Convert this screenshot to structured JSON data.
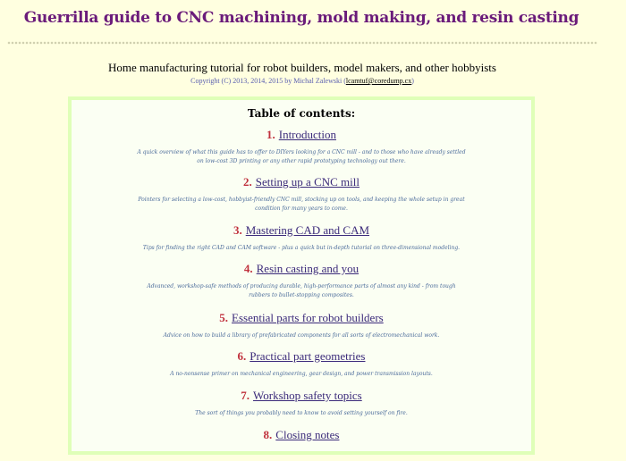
{
  "header": {
    "title": "Guerrilla guide to CNC machining, mold making, and resin casting",
    "subtitle": "Home manufacturing tutorial for robot builders, model makers, and other hobbyists",
    "copyright_prefix": "Copyright (C) 2013, 2014, 2015 by Michal Zalewski (",
    "copyright_email": "lcamtuf@coredump.cx",
    "copyright_suffix": ")"
  },
  "toc": {
    "heading": "Table of contents:",
    "entries": [
      {
        "number": "1.",
        "label": "Introduction",
        "description": "A quick overview of what this guide has to offer to DIYers looking for a CNC mill - and to those who have already settled on low-cost 3D printing or any other rapid prototyping technology out there."
      },
      {
        "number": "2.",
        "label": "Setting up a CNC mill",
        "description": "Pointers for selecting a low-cost, hobbyist-friendly CNC mill, stocking up on tools, and keeping the whole setup in great condition for many years to come."
      },
      {
        "number": "3.",
        "label": "Mastering CAD and CAM",
        "description": "Tips for finding the right CAD and CAM software - plus a quick but in-depth tutorial on three-dimensional modeling."
      },
      {
        "number": "4.",
        "label": "Resin casting and you",
        "description": "Advanced, workshop-safe methods of producing durable, high-performance parts of almost any kind - from tough rubbers to bullet-stopping composites."
      },
      {
        "number": "5.",
        "label": "Essential parts for robot builders",
        "description": "Advice on how to build a library of prefabricated components for all sorts of electromechanical work."
      },
      {
        "number": "6.",
        "label": "Practical part geometries",
        "description": "A no-nonsense primer on mechanical engineering, gear design, and power transmission layouts."
      },
      {
        "number": "7.",
        "label": "Workshop safety topics",
        "description": "The sort of things you probably need to know to avoid setting yourself on fire."
      },
      {
        "number": "8.",
        "label": "Closing notes",
        "description": ""
      }
    ]
  }
}
